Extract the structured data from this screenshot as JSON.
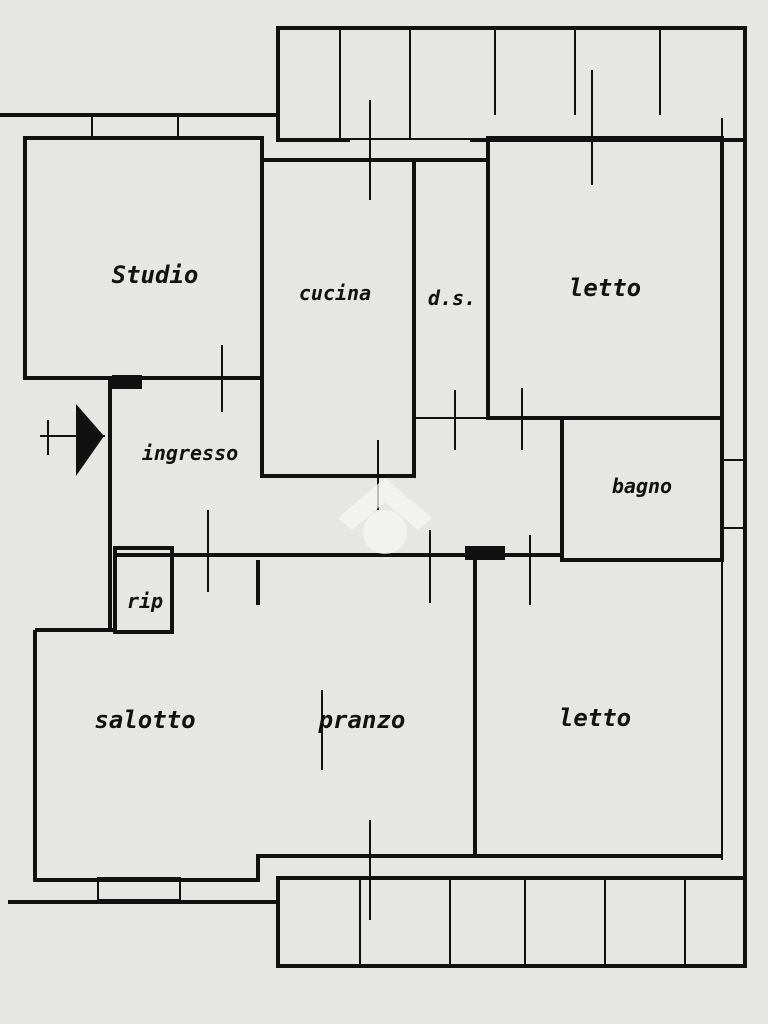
{
  "plan": {
    "rooms": {
      "studio": "Studio",
      "cucina": "cucina",
      "ds": "d.s.",
      "letto_top": "letto",
      "ingresso": "ingresso",
      "bagno": "bagno",
      "rip": "rip",
      "salotto": "salotto",
      "pranzo": "pranzo",
      "letto_bottom": "letto"
    },
    "colors": {
      "paper": "#e6e6e4",
      "ink": "#111111"
    }
  }
}
